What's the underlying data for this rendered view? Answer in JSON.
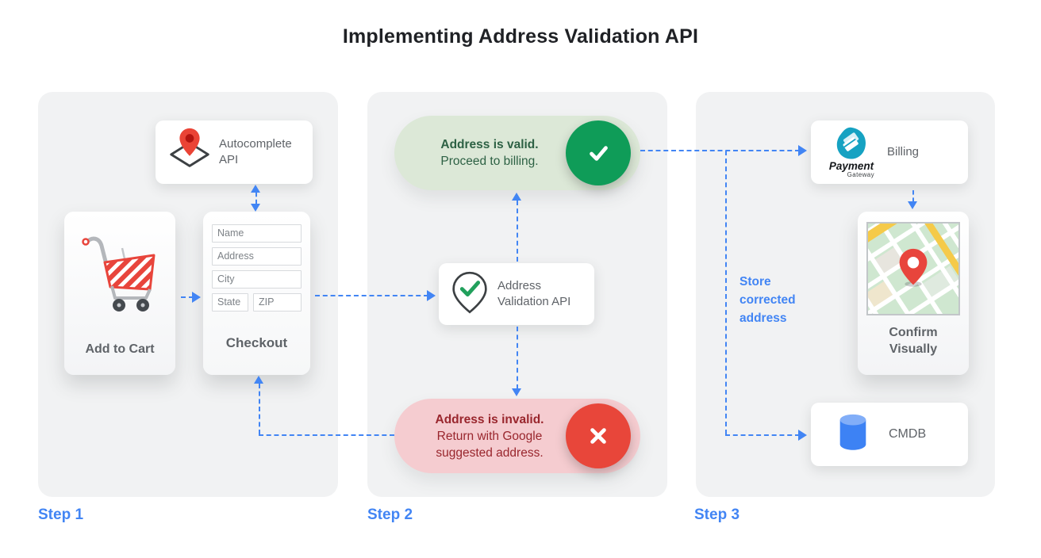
{
  "title": "Implementing Address Validation API",
  "colors": {
    "accent_blue": "#4285f4",
    "valid_green": "#0f9c58",
    "invalid_red": "#e8463a",
    "valid_pill_bg": "#dce8d7",
    "invalid_pill_bg": "#f5ccd0",
    "panel_bg": "#f1f2f3"
  },
  "steps": {
    "step1": "Step 1",
    "step2": "Step 2",
    "step3": "Step 3"
  },
  "step1": {
    "autocomplete": {
      "icon": "map-pin-diamond-icon",
      "label": "Autocomplete API"
    },
    "add_to_cart": {
      "icon": "shopping-cart-icon",
      "label": "Add to Cart"
    },
    "checkout": {
      "label": "Checkout",
      "fields": {
        "name": "Name",
        "address": "Address",
        "city": "City",
        "state": "State",
        "zip": "ZIP"
      }
    }
  },
  "step2": {
    "valid": {
      "icon": "check-circle-icon",
      "title": "Address is valid.",
      "subtitle": "Proceed to billing."
    },
    "validation_api": {
      "icon": "map-pin-check-icon",
      "label": "Address Validation API"
    },
    "invalid": {
      "icon": "x-circle-icon",
      "title": "Address is invalid.",
      "subtitle": "Return with Google suggested address."
    }
  },
  "step3": {
    "billing": {
      "icon": "payment-gateway-logo",
      "logo_title": "Payment",
      "logo_subtitle": "Gateway",
      "label": "Billing"
    },
    "confirm": {
      "icon": "map-thumbnail",
      "label": "Confirm Visually"
    },
    "cmdb": {
      "icon": "database-icon",
      "label": "CMDB"
    },
    "store_note": "Store corrected address"
  }
}
